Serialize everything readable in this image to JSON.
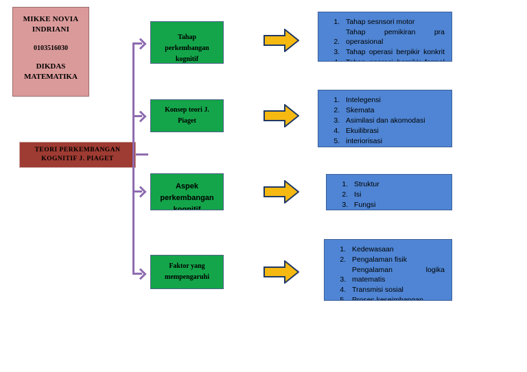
{
  "identity": {
    "name_line1": "MIKKE NOVIA",
    "name_line2": "INDRIANI",
    "student_id": "0103516030",
    "program_line1": "DIKDAS",
    "program_line2": "MATEMATIKA"
  },
  "root": {
    "title_line1": "TEORI PERKEMBANGAN",
    "title_line2": "KOGNITIF J. PIAGET"
  },
  "colors": {
    "identity_bg": "#DB9A9A",
    "root_bg": "#9E3B32",
    "branch_bg": "#14A54A",
    "detail_bg": "#4F85D4",
    "arrow_fill": "#F5B912",
    "arrow_stroke": "#1F3864",
    "connector": "#8E6BB0"
  },
  "branches": [
    {
      "label_lines": [
        "Tahap",
        "perkembangan",
        "kognitif"
      ],
      "arrow_icon": "right-block-arrow-icon",
      "details": [
        "Tahap sesnsori motor",
        "Tahap pemikiran pra operasional",
        "Tahap operasi berpikir konkrit",
        "Tahap operasi berpikir formal"
      ]
    },
    {
      "label_lines": [
        "Konsep teori J.",
        "Piaget"
      ],
      "arrow_icon": "right-block-arrow-icon",
      "details": [
        "Intelegensi",
        "Skemata",
        "Asimilasi dan akomodasi",
        "Ekuilibrasi",
        "interiorisasi"
      ]
    },
    {
      "label_lines": [
        "Aspek",
        "perkembangan",
        "kognitif"
      ],
      "arrow_icon": "right-block-arrow-icon",
      "details": [
        "Struktur",
        "Isi",
        "Fungsi"
      ]
    },
    {
      "label_lines": [
        "Faktor yang",
        "mempengaruhi"
      ],
      "arrow_icon": "right-block-arrow-icon",
      "details": [
        "Kedewasaan",
        "Pengalaman fisik",
        "Pengalaman logika matematis",
        "Transmisi sosial",
        "Proses keseimbangan"
      ]
    }
  ]
}
